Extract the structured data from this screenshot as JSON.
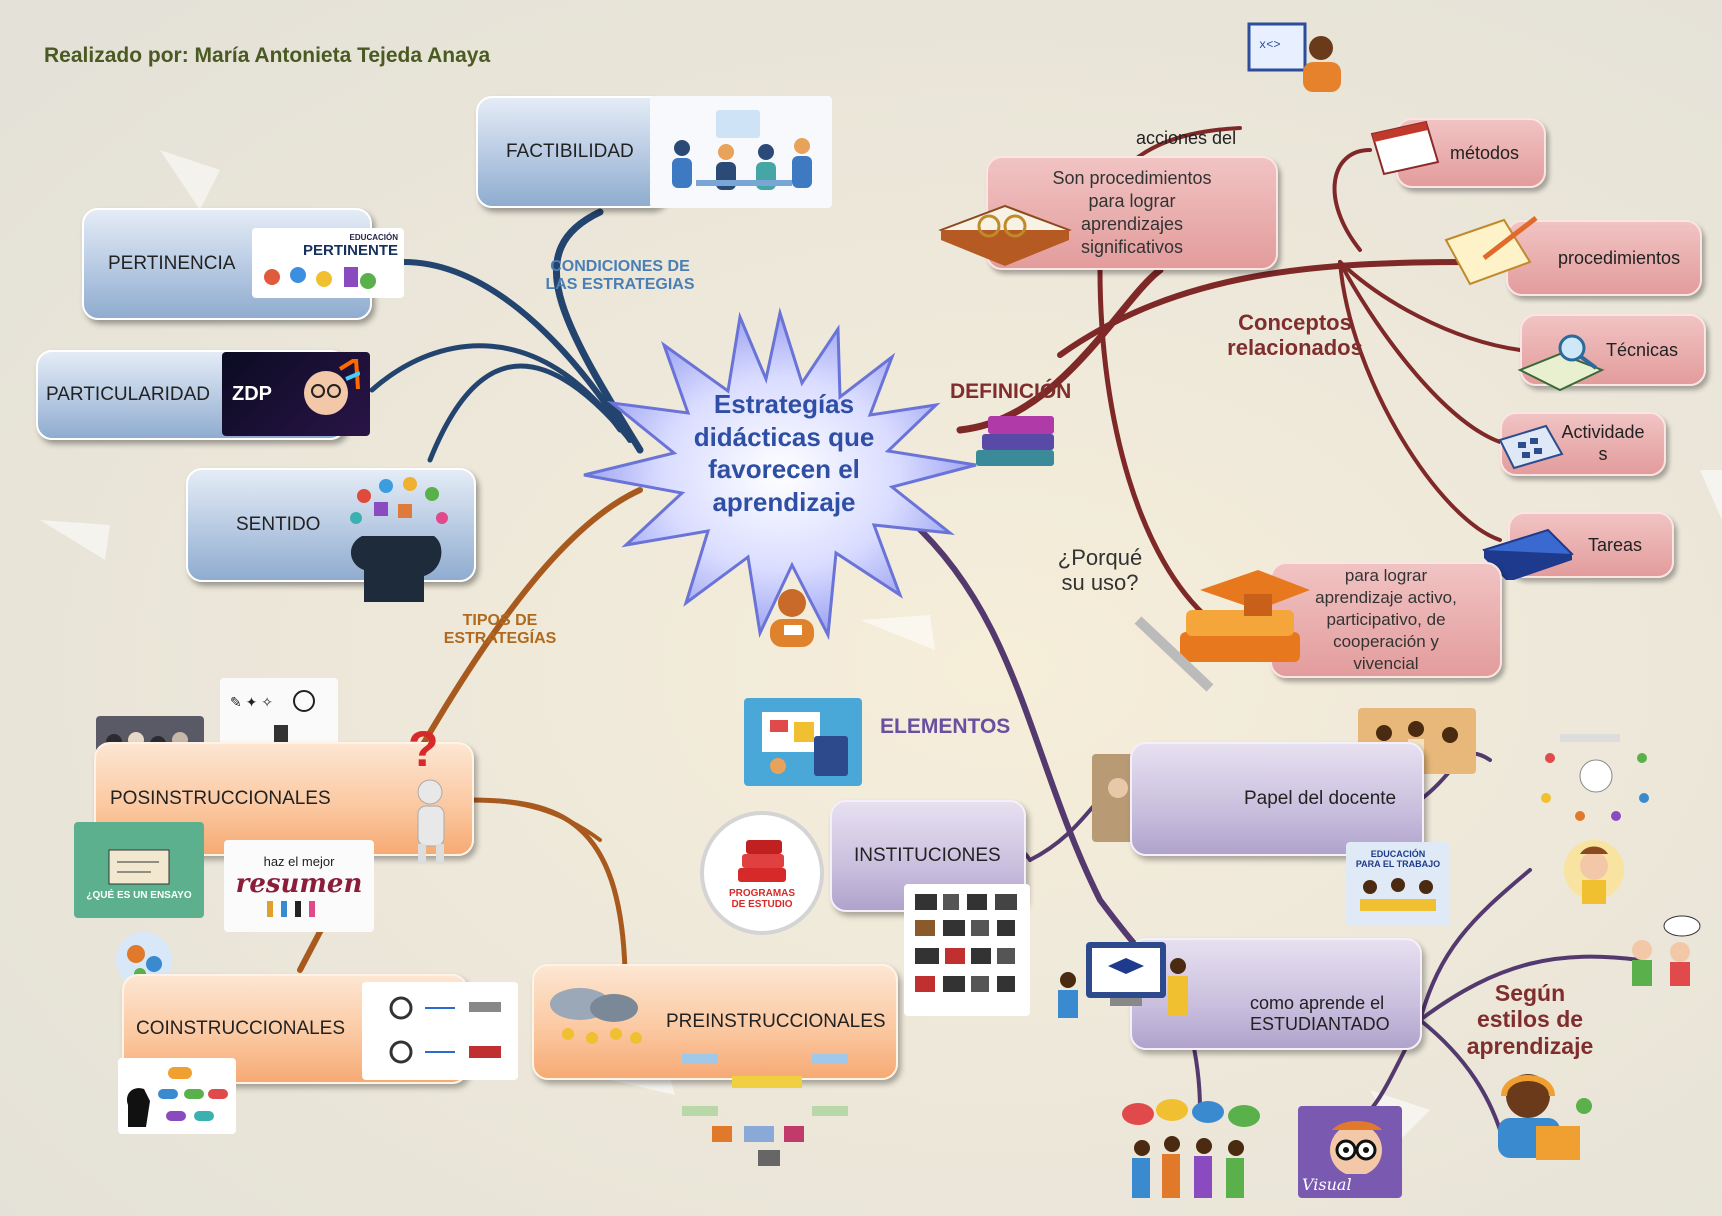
{
  "author": "Realizado por: María Antonieta Tejeda Anaya",
  "center_title": [
    "Estrategías",
    "didácticas que",
    "favorecen el",
    "aprendizaje"
  ],
  "branches": {
    "condiciones": [
      "CONDICIONES DE",
      "LAS ESTRATEGIAS"
    ],
    "tipos": [
      "TIPOS DE",
      "ESTRATEGÍAS"
    ],
    "definicion": "DEFINICIÓN",
    "elementos": "ELEMENTOS",
    "conceptos": [
      "Conceptos",
      "relacionados"
    ],
    "porque": [
      "¿Porqué",
      "su uso?"
    ],
    "estilos": [
      "Según",
      "estilos de",
      "aprendizaje"
    ]
  },
  "condiciones_nodes": {
    "factibilidad": "FACTIBILIDAD",
    "pertinencia": "PERTINENCIA",
    "particularidad": "PARTICULARIDAD",
    "sentido": "SENTIDO"
  },
  "tipos_nodes": {
    "posinstruccionales": "POSINSTRUCCIONALES",
    "coinstruccionales": "COINSTRUCCIONALES",
    "preinstruccionales": "PREINSTRUCCIONALES"
  },
  "definicion": {
    "acciones_del": "acciones del",
    "text": [
      "Son procedimientos",
      "para lograr",
      "aprendizajes",
      "significativos"
    ]
  },
  "conceptos_nodes": {
    "metodos": "métodos",
    "procedimientos": "procedimientos",
    "tecnicas": "Técnicas",
    "actividades": [
      "Actividade",
      "s"
    ],
    "tareas": "Tareas"
  },
  "porque_text": [
    "para lograr",
    "aprendizaje activo,",
    "participativo, de",
    "cooperación y",
    "vivencial"
  ],
  "elementos_nodes": {
    "papel_docente": "Papel del docente",
    "instituciones": "INSTITUCIONES",
    "estudiantado": [
      "como aprende el",
      "ESTUDIANTADO"
    ]
  },
  "image_text": {
    "pertinente_top": "EDUCACIÓN",
    "pertinente_main": "PERTINENTE",
    "zdp": "ZDP",
    "programas": [
      "PROGRAMAS",
      "DE ESTUDIO"
    ],
    "resumen_top": "haz el mejor",
    "resumen_main": "resumen",
    "ensayo": "¿QUÉ ES UN ENSAYO",
    "edu_trabajo": [
      "EDUCACIÓN",
      "PARA EL TRABAJO"
    ],
    "visual": "Visual"
  },
  "colors": {
    "blue_wire": "#23446e",
    "red_wire": "#7f2828",
    "orange_wire": "#a85a1e",
    "purple_wire": "#54396e",
    "blue_label": "#4a7fb5",
    "orange_label": "#b06a1e",
    "purple_label": "#6a4fa0",
    "red_label": "#7f2d2d"
  }
}
